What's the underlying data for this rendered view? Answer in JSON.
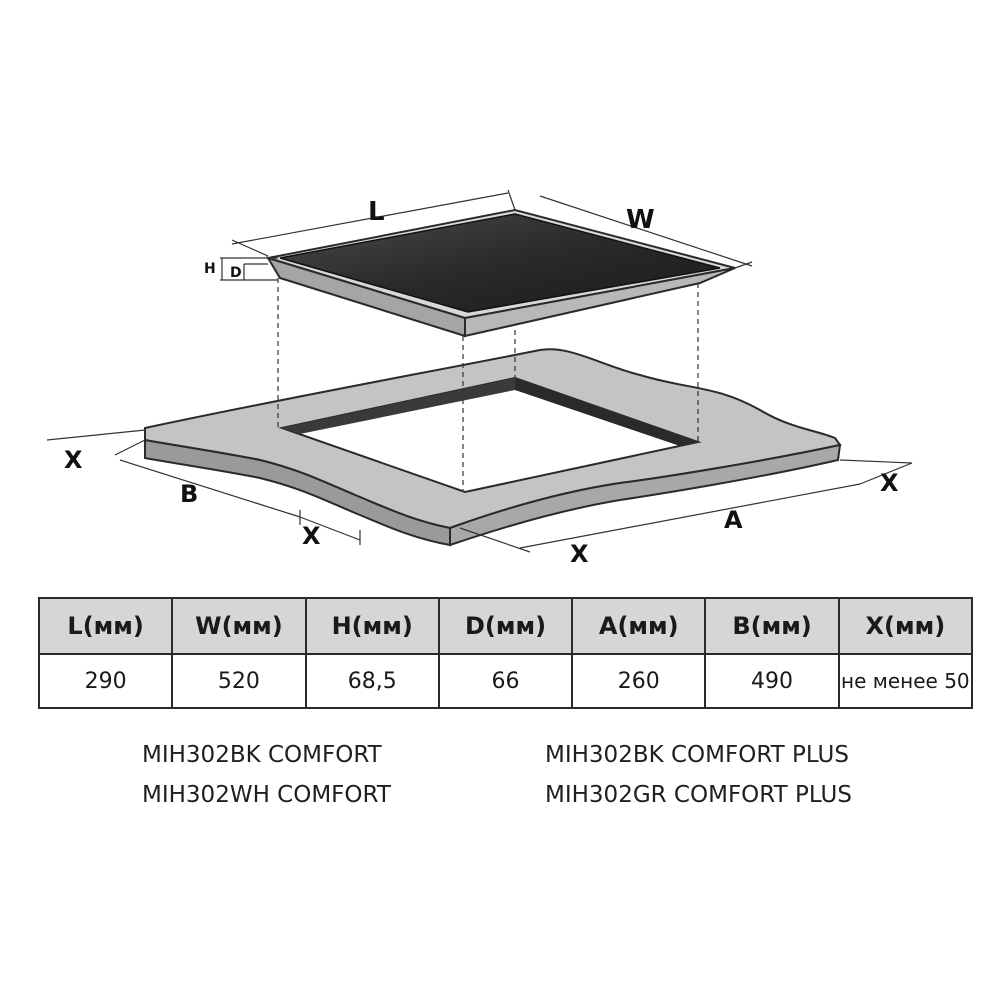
{
  "diagram": {
    "labels": {
      "L": "L",
      "W": "W",
      "H": "H",
      "D": "D",
      "A": "A",
      "B": "B",
      "X": "X"
    }
  },
  "table": {
    "headers": [
      "L(мм)",
      "W(мм)",
      "H(мм)",
      "D(мм)",
      "A(мм)",
      "B(мм)",
      "X(мм)"
    ],
    "values": [
      "290",
      "520",
      "68,5",
      "66",
      "260",
      "490",
      "не менее 50"
    ]
  },
  "models": {
    "left": [
      "MIH302BK COMFORT",
      "MIH302WH COMFORT"
    ],
    "right": [
      "MIH302BK COMFORT PLUS",
      "MIH302GR COMFORT PLUS"
    ]
  },
  "colors": {
    "glass_top": "#2b2b2b",
    "frame": "#c8c8c8",
    "countertop": "#bfbfbf",
    "table_header": "#d6d6d6"
  }
}
